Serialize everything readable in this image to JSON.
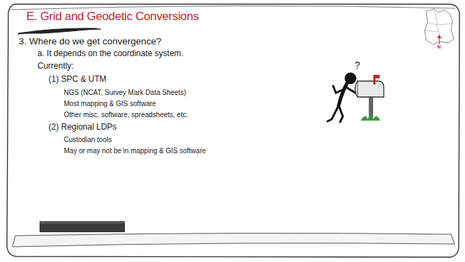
{
  "diagram": {
    "title": "E. Grid and Geodetic Conversions",
    "labels": [
      "3. Where do we get convergence?",
      "a. It depends on the coordinate system.",
      "Currently:",
      "(1) SPC & UTM",
      "NGS (NCAT, Survey Mark Data Sheets)",
      "Most mapping & GIS software",
      "Other misc. software, spreadsheets, etc.",
      "(2) Regional LDPs",
      "Custodian tools",
      "May or may not be in mapping & GIS software",
      "?",
      "N"
    ]
  }
}
